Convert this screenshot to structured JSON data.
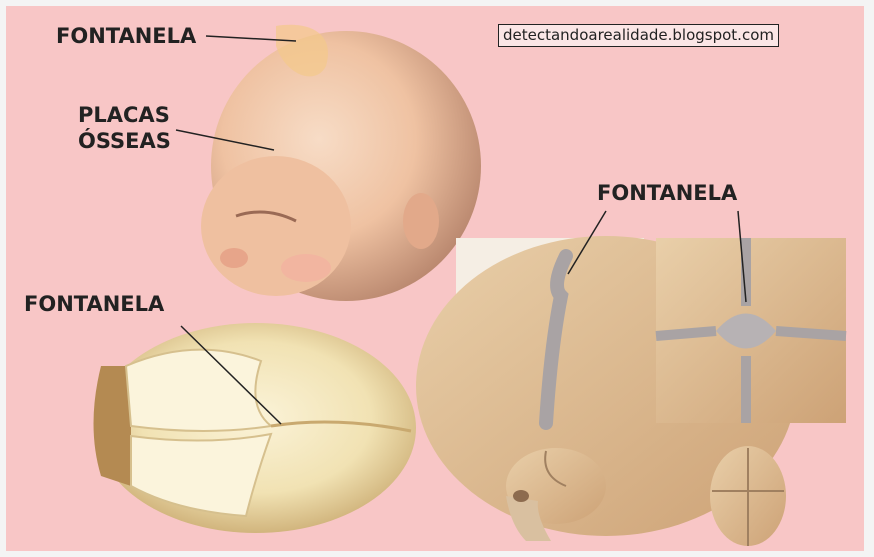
{
  "labels": {
    "fontanela_top": "FONTANELA",
    "placas_line1": "PLACAS",
    "placas_line2": "ÓSSEAS",
    "fontanela_left": "FONTANELA",
    "fontanela_right": "FONTANELA"
  },
  "watermark": "detectandoarealidade.blogspot.com",
  "colors": {
    "background": "#f8c6c6",
    "skin": "#f1c4a3",
    "skull": "#f1e4b6",
    "bone": "#d8b48b"
  }
}
